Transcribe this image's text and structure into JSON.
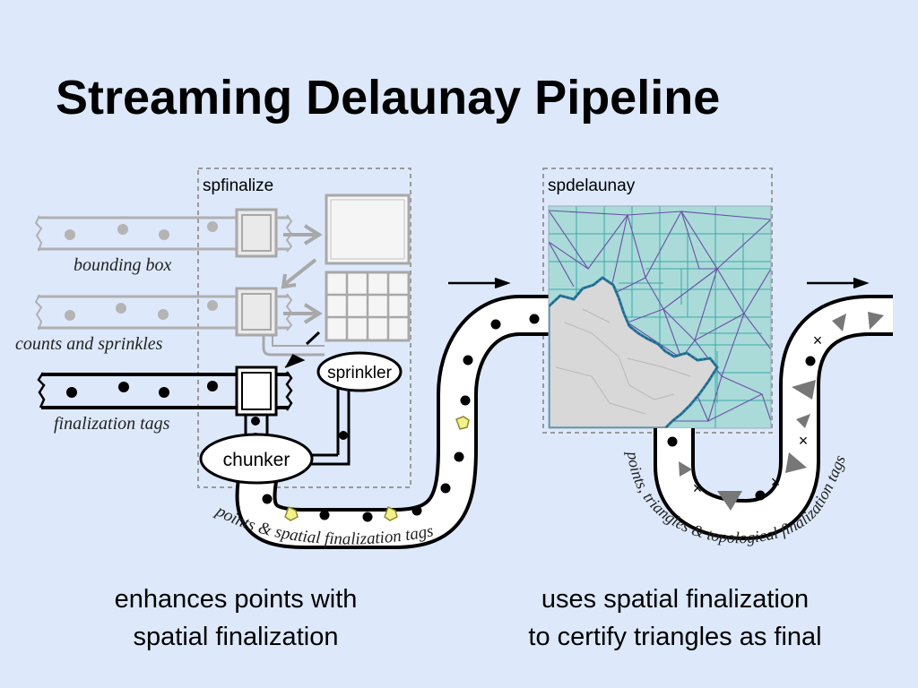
{
  "title": "Streaming Delaunay Pipeline",
  "stages": {
    "spfinalize": {
      "label": "spfinalize"
    },
    "spdelaunay": {
      "label": "spdelaunay"
    }
  },
  "streams": {
    "bounding_box": "bounding box",
    "counts_sprinkles": "counts and sprinkles",
    "finalization_tags": "finalization tags",
    "points_spatial_tags": "points & spatial finalization tags",
    "points_triangles_tags": "points, triangles & topological finalization tags"
  },
  "components": {
    "sprinkler": "sprinkler",
    "chunker": "chunker"
  },
  "captions": {
    "left": [
      "enhances points with",
      "spatial finalization"
    ],
    "right": [
      "uses spatial finalization",
      "to certify triangles as final"
    ]
  },
  "colors": {
    "background": "#dde9fb",
    "mesh_fill": "#aadbd9",
    "mesh_grid": "#3aa9a9",
    "mesh_edges": "#6a4fa6",
    "terrain": "#d8d8d8",
    "boundary": "#2f7ea0",
    "faded": "#b0b0b0",
    "tag_yellow": "#f4f08a"
  }
}
